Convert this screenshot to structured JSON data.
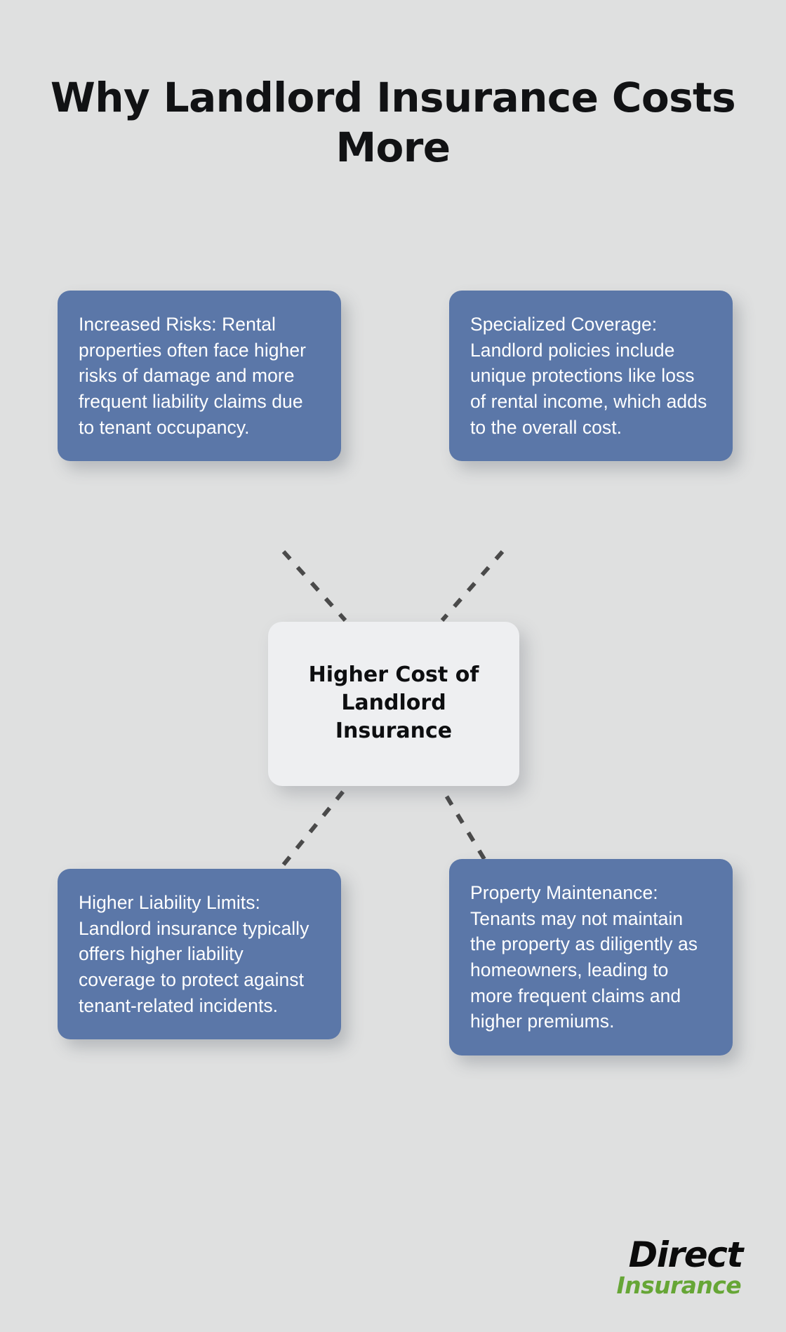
{
  "page": {
    "title": "Why Landlord Insurance Costs More",
    "background_color": "#dfe0e0"
  },
  "colors": {
    "node_blue": "#5b77a8",
    "node_text": "#ffffff",
    "center_bg": "#eeeff1",
    "center_text": "#0d0e10",
    "connector": "#4a4a4a",
    "logo_black": "#0b0b0b",
    "logo_green": "#66a636"
  },
  "center_node": {
    "label": "Higher Cost of Landlord Insurance"
  },
  "nodes": [
    {
      "id": "increased-risks",
      "position": "top-left",
      "text": "Increased Risks: Rental properties often face higher risks of damage and more frequent liability claims due to tenant occupancy."
    },
    {
      "id": "specialized-coverage",
      "position": "top-right",
      "text": "Specialized Coverage: Landlord policies include unique protections like loss of rental income, which adds to the overall cost."
    },
    {
      "id": "higher-liability-limits",
      "position": "bottom-left",
      "text": "Higher Liability Limits: Landlord insurance typically offers higher liability coverage to protect against tenant-related incidents."
    },
    {
      "id": "property-maintenance",
      "position": "bottom-right",
      "text": "Property Maintenance: Tenants may not maintain the property as diligently as homeowners, leading to more frequent claims and higher premiums."
    }
  ],
  "logo": {
    "primary": "Direct",
    "secondary": "Insurance"
  }
}
